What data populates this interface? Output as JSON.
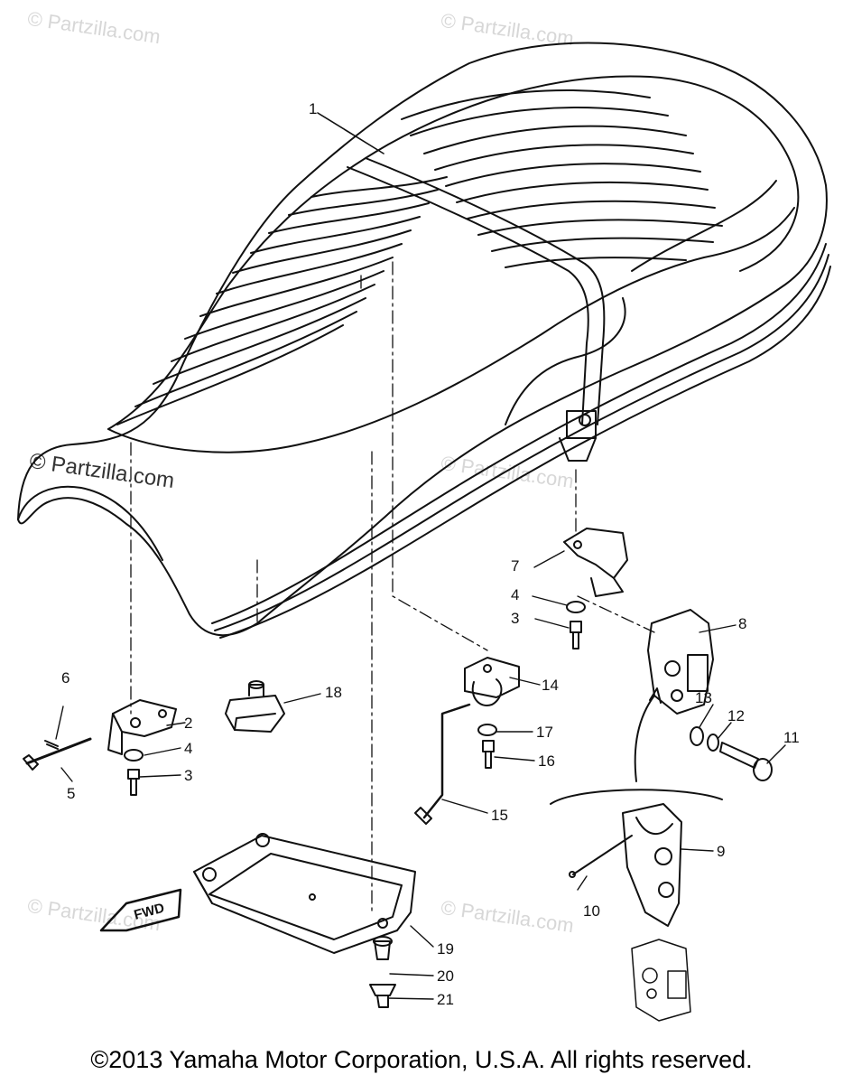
{
  "watermarks": [
    "© Partzilla.com",
    "© Partzilla.com",
    "© Partzilla.com",
    "© Partzilla.com",
    "© Partzilla.com",
    "© Partzilla.com"
  ],
  "fwd_label": "FWD",
  "callouts": {
    "p1": "1",
    "p2": "2",
    "p3a": "3",
    "p3b": "3",
    "p4a": "4",
    "p4b": "4",
    "p5": "5",
    "p6": "6",
    "p7": "7",
    "p8": "8",
    "p9": "9",
    "p10": "10",
    "p11": "11",
    "p12": "12",
    "p13": "13",
    "p14": "14",
    "p15": "15",
    "p16": "16",
    "p17": "17",
    "p18": "18",
    "p19": "19",
    "p20": "20",
    "p21": "21"
  },
  "copyright": "©2013  Yamaha Motor Corporation, U.S.A. All rights reserved."
}
